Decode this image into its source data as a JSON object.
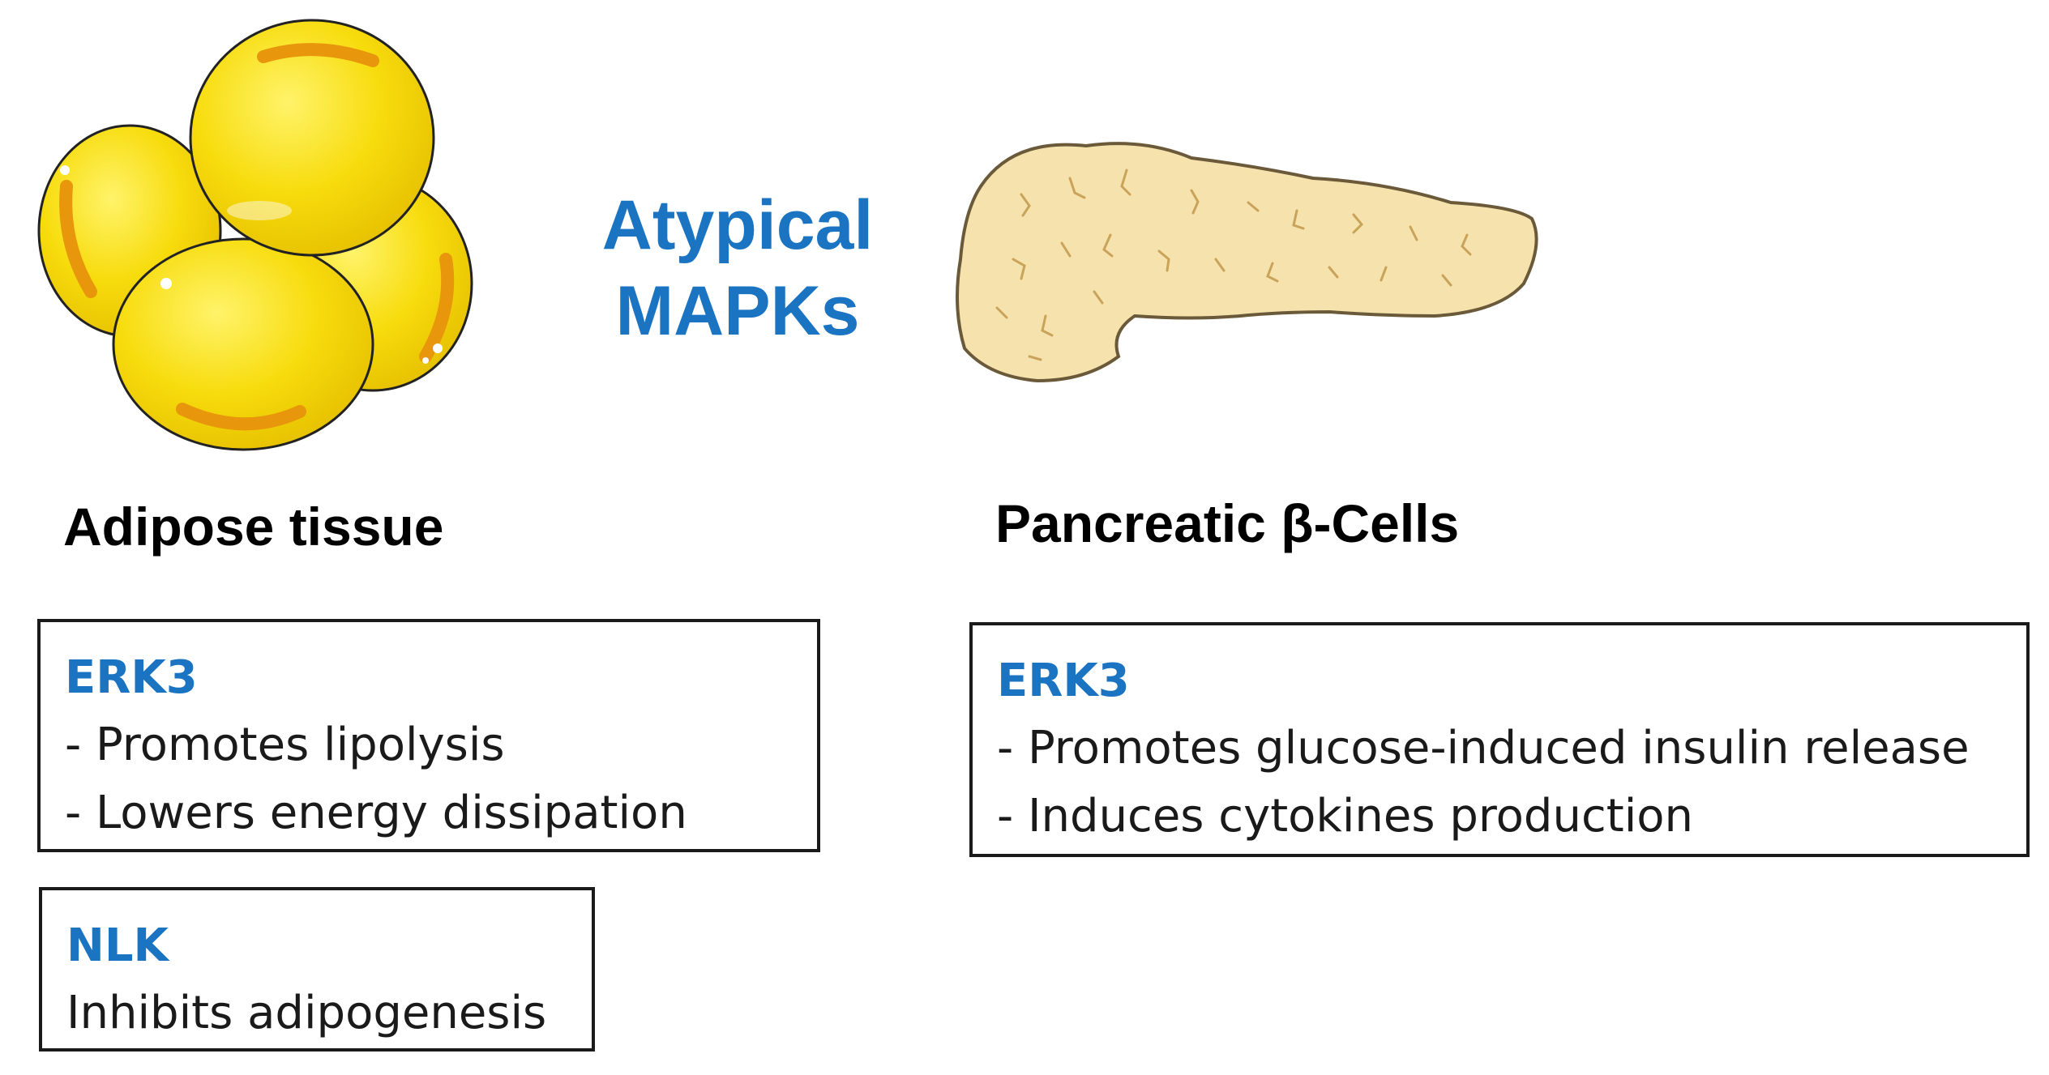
{
  "title_lines": [
    "Atypical",
    "MAPKs"
  ],
  "colors": {
    "accent_blue": "#1a74c2",
    "fat_cell_yellow": "#f5d90a",
    "fat_cell_orange": "#e8960c",
    "pancreas_beige": "#f6e2ad",
    "pancreas_outline": "#6b5a3a"
  },
  "adipose": {
    "heading": "Adipose tissue",
    "illustration_icon": "adipocyte-cluster-icon",
    "boxes": [
      {
        "title": "ERK3",
        "lines": [
          "- Promotes lipolysis",
          "- Lowers energy dissipation"
        ]
      },
      {
        "title": "NLK",
        "lines": [
          "Inhibits adipogenesis"
        ]
      }
    ]
  },
  "pancreas": {
    "heading": "Pancreatic β-Cells",
    "illustration_icon": "pancreas-icon",
    "boxes": [
      {
        "title": "ERK3",
        "lines": [
          "- Promotes glucose-induced insulin release",
          "- Induces cytokines production"
        ]
      }
    ]
  }
}
